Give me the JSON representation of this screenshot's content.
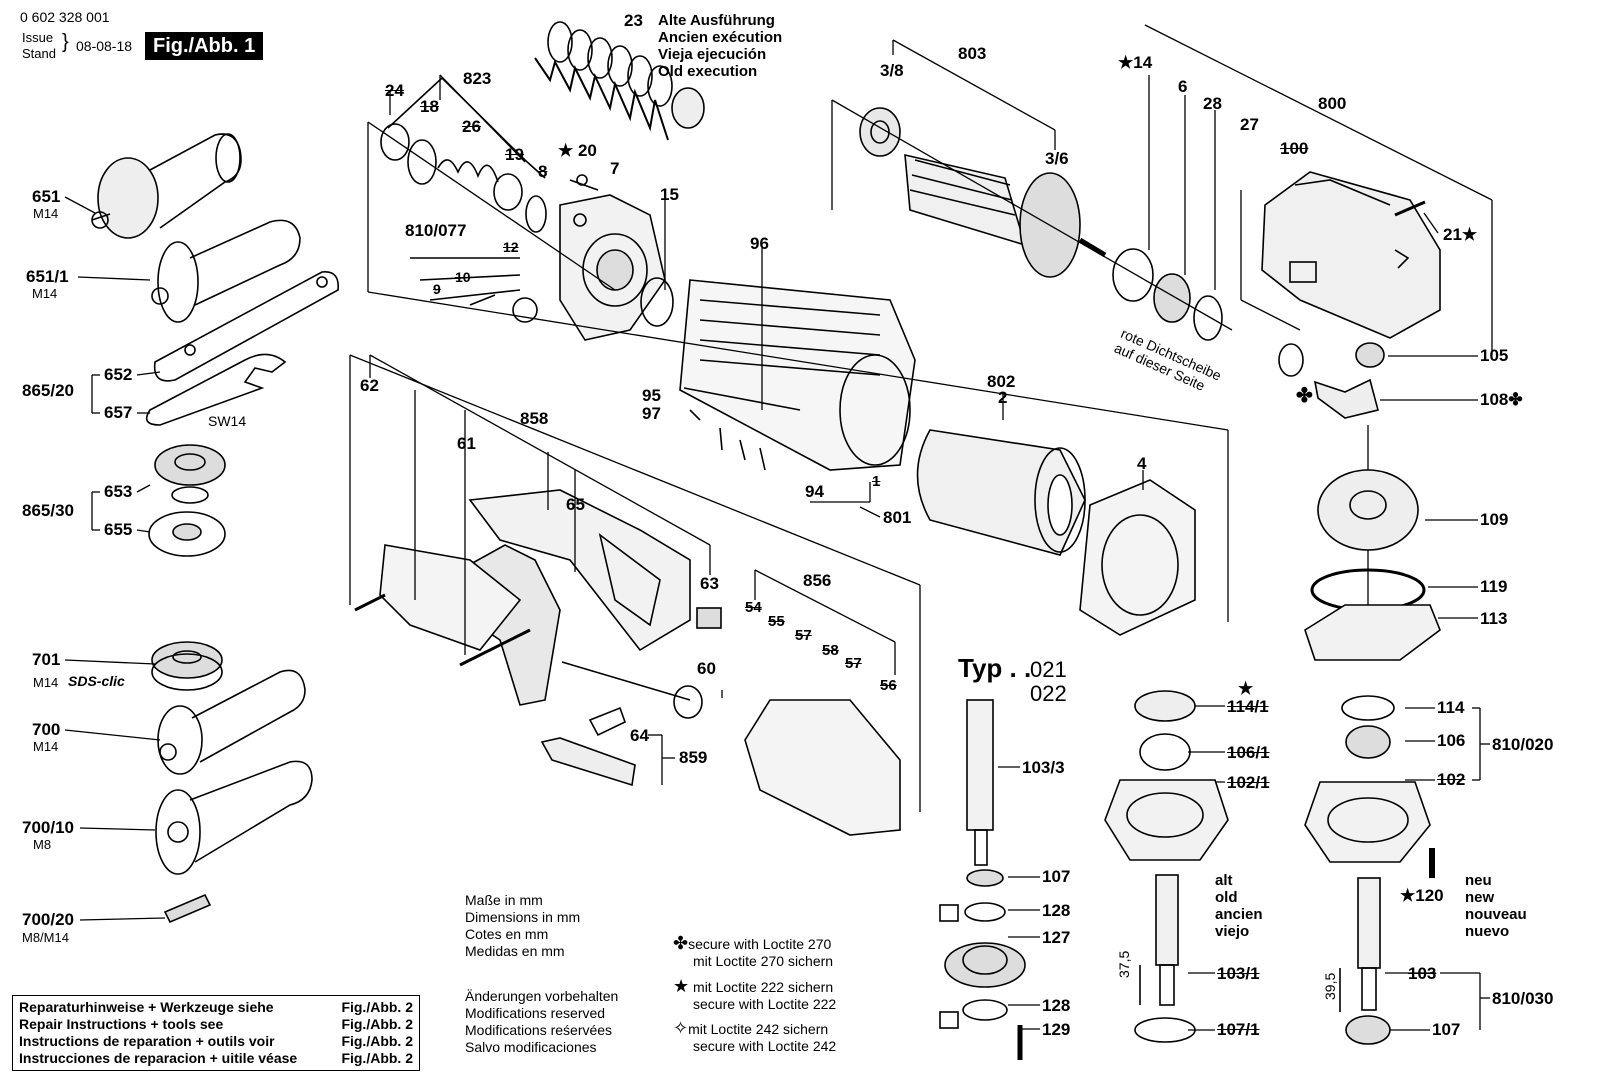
{
  "header": {
    "doc_number": "0 602 328 001",
    "issue_label": "Issue",
    "stand_label": "Stand",
    "date": "08-08-18",
    "figure_label": "Fig./Abb. 1"
  },
  "old_execution": {
    "part": "23",
    "lines": [
      "Alte Ausführung",
      "Ancien exécution",
      "Vieja ejecución",
      "Old execution"
    ]
  },
  "left_column_parts": [
    {
      "no": "651",
      "thread": "M14"
    },
    {
      "no": "651/1",
      "thread": "M14"
    },
    {
      "no": "652"
    },
    {
      "no": "657"
    },
    {
      "no": "SW14"
    },
    {
      "no": "865/20"
    },
    {
      "no": "653"
    },
    {
      "no": "655"
    },
    {
      "no": "865/30"
    },
    {
      "no": "701",
      "thread": "M14"
    },
    {
      "no": "700",
      "thread": "M14"
    },
    {
      "no": "700/10",
      "thread": "M8"
    },
    {
      "no": "700/20",
      "thread": "M8/M14"
    }
  ],
  "sds_label": "SDS-clic",
  "part_numbers": {
    "p24": "24",
    "p18": "18",
    "p823": "823",
    "p26": "26",
    "p19": "19",
    "p8": "8",
    "p20": "20",
    "p7": "7",
    "p15": "15",
    "p810_077": "810/077",
    "p12": "12",
    "p10": "10",
    "p9": "9",
    "p96": "96",
    "p803": "803",
    "p3_8": "3/8",
    "p3_6": "3/6",
    "p14": "14",
    "p6": "6",
    "p28": "28",
    "p27": "27",
    "p800": "800",
    "p100": "100",
    "p21": "21",
    "p105": "105",
    "p108": "108",
    "p95": "95",
    "p97": "97",
    "p94": "94",
    "p801": "801",
    "p802": "802",
    "p2": "2",
    "p4": "4",
    "p1": "1",
    "p62": "62",
    "p61": "61",
    "p858": "858",
    "p65": "65",
    "p63": "63",
    "p856": "856",
    "p54": "54",
    "p55": "55",
    "p57": "57",
    "p58": "58",
    "p57b": "57",
    "p56": "56",
    "p60": "60",
    "p64": "64",
    "p859": "859",
    "p109": "109",
    "p119": "119",
    "p113": "113",
    "p103_3": "103/3",
    "p107a": "107",
    "p128a": "128",
    "p127": "127",
    "p128b": "128",
    "p129": "129",
    "p114_1": "114/1",
    "p106_1": "106/1",
    "p102_1": "102/1",
    "p103_1": "103/1",
    "p107_1": "107/1",
    "p114": "114",
    "p106": "106",
    "p810_020": "810/020",
    "p102": "102",
    "p120": "120",
    "p103": "103",
    "p810_030": "810/030",
    "p107b": "107",
    "d37_5": "37,5",
    "d39_5": "39,5"
  },
  "seal_note": [
    "rote Dichtscheibe",
    "auf dieser Seite"
  ],
  "typ": {
    "label": "Typ . .",
    "codes": [
      "021",
      "022"
    ]
  },
  "alt_labels": [
    "alt",
    "old",
    "ancien",
    "viejo"
  ],
  "neu_labels": [
    "neu",
    "new",
    "nouveau",
    "nuevo"
  ],
  "dimensions_note": [
    "Maße in mm",
    "Dimensions in mm",
    "Cotes en mm",
    "Medidas en mm"
  ],
  "modifications_note": [
    "Änderungen vorbehalten",
    "Modifications reserved",
    "Modifications reśervées",
    "Salvo modificaciones"
  ],
  "loctite_notes": [
    {
      "symbol": "✤",
      "lines": [
        "secure with Loctite 270",
        "mit Loctite 270 sichern"
      ]
    },
    {
      "symbol": "★",
      "lines": [
        "mit Loctite 222 sichern",
        "secure with Loctite 222"
      ]
    },
    {
      "symbol": "✧",
      "lines": [
        "mit Loctite 242 sichern",
        "secure with Loctite 242"
      ]
    }
  ],
  "ref_table": [
    {
      "text": "Reparaturhinweise + Werkzeuge siehe",
      "ref": "Fig./Abb. 2"
    },
    {
      "text": "Repair Instructions + tools see",
      "ref": "Fig./Abb. 2"
    },
    {
      "text": "Instructions de reparation + outils voir",
      "ref": "Fig./Abb. 2"
    },
    {
      "text": "Instrucciones de reparacion + uitile véase",
      "ref": "Fig./Abb. 2"
    }
  ]
}
